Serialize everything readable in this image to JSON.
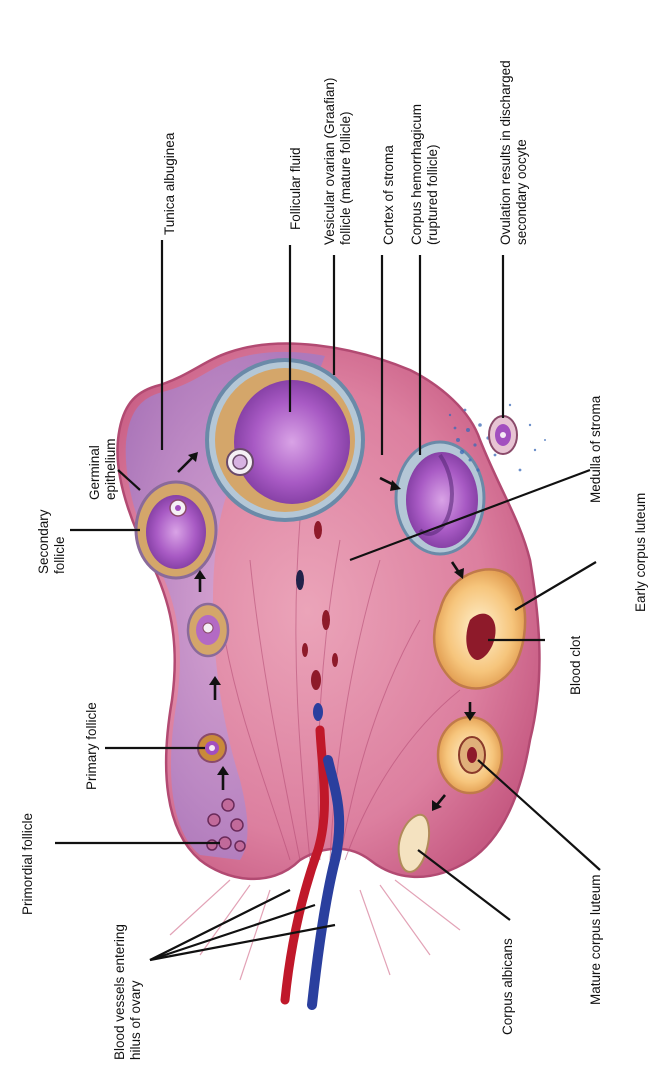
{
  "diagram": {
    "labels": {
      "primordial_follicle": "Primordial follicle",
      "primary_follicle": "Primary follicle",
      "secondary_follicle": [
        "Secondary",
        "follicle"
      ],
      "germinal_epithelium": [
        "Germinal",
        "epithelium"
      ],
      "tunica_albuginea": "Tunica albuginea",
      "follicular_fluid": "Follicular fluid",
      "vesicular_ovarian_follicle": [
        "Vesicular ovarian (Graafian)",
        "follicle (mature follicle)"
      ],
      "cortex_of_stroma": "Cortex of stroma",
      "corpus_hemorrhagicum": [
        "Corpus hemorrhagicum",
        "(ruptured follicle)"
      ],
      "ovulation": [
        "Ovulation results in discharged",
        "secondary oocyte"
      ],
      "medulla_of_stroma": "Medulla of stroma",
      "early_corpus_luteum": "Early corpus luteum",
      "blood_clot": "Blood clot",
      "mature_corpus_luteum": "Mature corpus luteum",
      "corpus_albicans": "Corpus albicans",
      "blood_vessels": [
        "Blood vessels entering",
        "hilus of ovary"
      ]
    },
    "colors": {
      "stroma": "#d9789a",
      "cortex": "#b98ac9",
      "follicle_fluid": "#a24fbf",
      "granulosa": "#c98a3a",
      "artery": "#c0182a",
      "vein": "#2a3f9e",
      "corpus_luteum": "#f2c27a",
      "leader": "#111111"
    }
  }
}
